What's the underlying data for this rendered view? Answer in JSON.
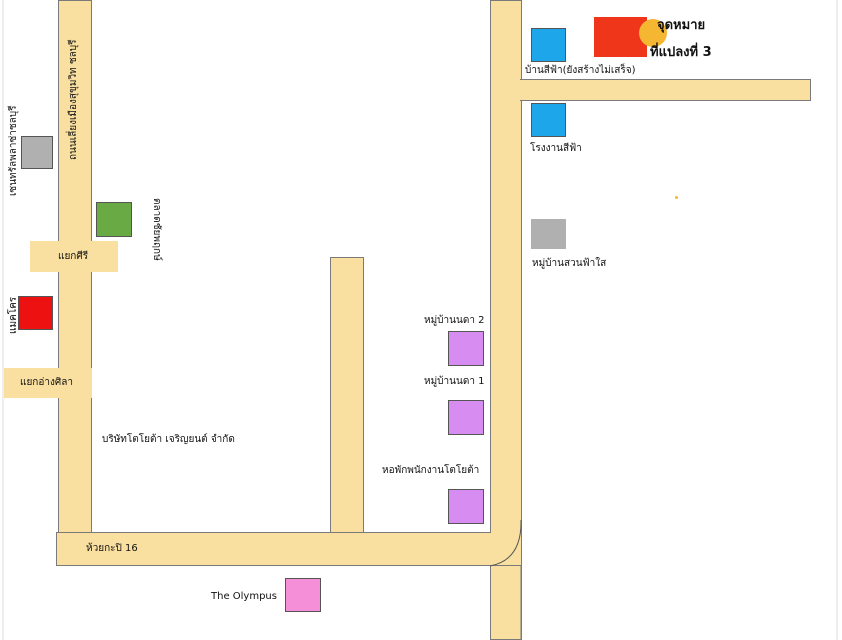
{
  "colors": {
    "road": "#f9e0a0",
    "blue": "#1ea6ea",
    "gray": "#b0b0b0",
    "green": "#6aaa44",
    "red": "#ee1111",
    "purple": "#d68cf0",
    "pink": "#f590d8",
    "orange_red": "#f0361a",
    "yellow": "#f5b731"
  },
  "destination": {
    "line1": "จุดหมาย",
    "line2": "ที่แปลงที่ 3"
  },
  "labels": {
    "blue_house": "บ้านสีฟ้า(ยังสร้างไม่เสร็จ)",
    "blue_factory": "โรงงานสีฟ้า",
    "suanfa_village": "หมู่บ้านสวนฟ้าใส",
    "nada_village_2": "หมู่บ้านนดา 2",
    "nada_village_1": "หมู่บ้านนดา 1",
    "toyota_dorm": "หอพักพนักงานโตโยต้า",
    "toyota_company": "บริษัทโตโยต้า เจริญยนต์ จำกัด",
    "huay_kapi": "ห้วยกะปิ 16",
    "olympus": "The Olympus",
    "yaek_siri": "แยกศีรี",
    "yaek_ang_sila": "แยกอ่างศิลา",
    "bypass_road": "ถนนเลี่ยงเมืองสุขุมวิท ชลบุรี",
    "chaiyaphruek_market": "ตลาดชัยพฤกษ์",
    "left_gray_place": "เซนทรัลพลาซ่าชลบุรี",
    "left_red_place": "แมคโคร"
  }
}
